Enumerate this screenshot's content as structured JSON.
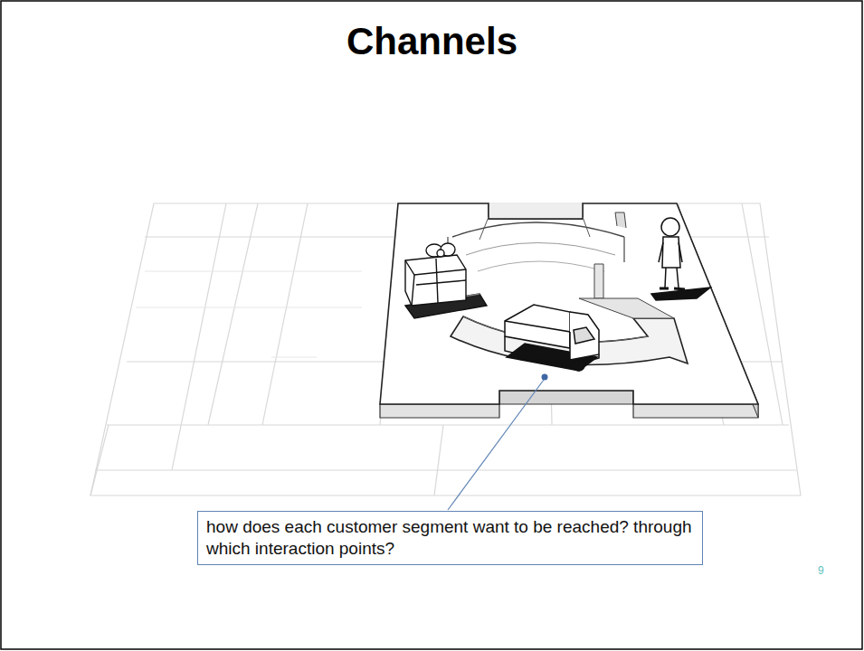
{
  "diagram": {
    "title": "Channels",
    "nodes": [
      {
        "text": [
          "how does each customer segment want to be reached? through which interaction points?"
        ]
      }
    ],
    "labels": [
      "9"
    ]
  }
}
